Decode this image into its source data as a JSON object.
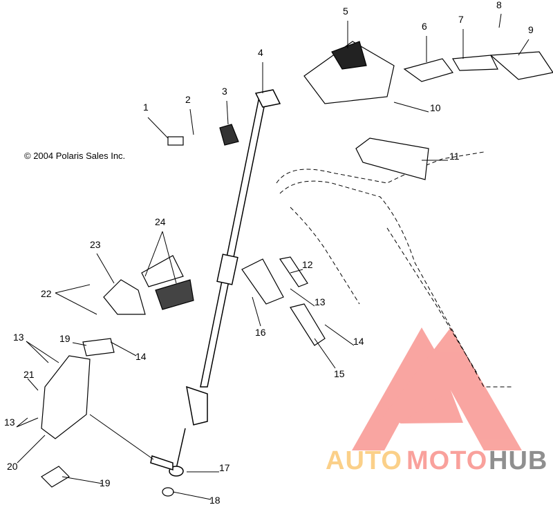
{
  "copyright": "© 2004 Polaris Sales Inc.",
  "watermark": {
    "part1": "AUTO",
    "part2": "MOTO",
    "part3": "HUB",
    "colors": {
      "auto": "#fbd089",
      "moto": "#f9a19c",
      "hub": "#8f8f8f"
    }
  },
  "callouts": [
    "1",
    "2",
    "3",
    "4",
    "5",
    "6",
    "7",
    "8",
    "9",
    "10",
    "11",
    "12",
    "13",
    "14",
    "15",
    "16",
    "17",
    "18",
    "19",
    "14",
    "13",
    "21",
    "13",
    "20",
    "19",
    "22",
    "23",
    "24"
  ]
}
